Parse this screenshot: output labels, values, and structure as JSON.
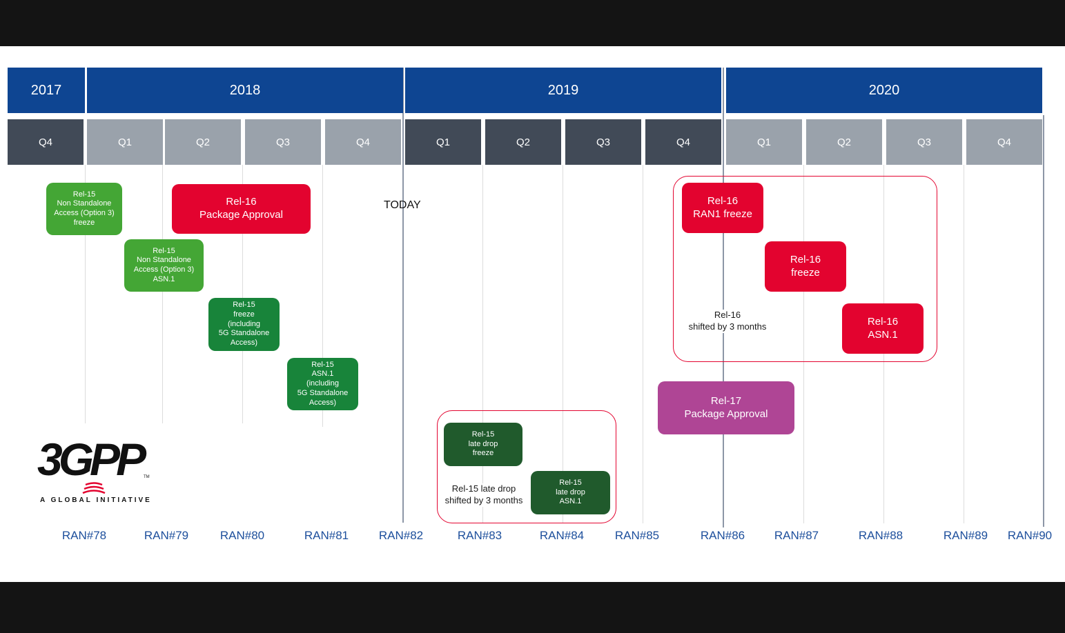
{
  "years": [
    {
      "label": "2017"
    },
    {
      "label": "2018"
    },
    {
      "label": "2019"
    },
    {
      "label": "2020"
    }
  ],
  "quarters": [
    {
      "label": "Q4"
    },
    {
      "label": "Q1"
    },
    {
      "label": "Q2"
    },
    {
      "label": "Q3"
    },
    {
      "label": "Q4"
    },
    {
      "label": "Q1"
    },
    {
      "label": "Q2"
    },
    {
      "label": "Q3"
    },
    {
      "label": "Q4"
    },
    {
      "label": "Q1"
    },
    {
      "label": "Q2"
    },
    {
      "label": "Q3"
    },
    {
      "label": "Q4"
    }
  ],
  "milestones": [
    {
      "text": "Rel-15\nNon Standalone\nAccess (Option 3)\nfreeze"
    },
    {
      "text": "Rel-16\nPackage Approval"
    },
    {
      "text": "Rel-15\nNon Standalone\nAccess (Option 3)\nASN.1"
    },
    {
      "text": "Rel-15\nfreeze\n(including\n5G Standalone\nAccess)"
    },
    {
      "text": "Rel-15\nASN.1\n(including\n5G Standalone\nAccess)"
    },
    {
      "text": "Rel-15\nlate drop\nfreeze"
    },
    {
      "text": "Rel-15\nlate drop\nASN.1"
    },
    {
      "text": "Rel-16\nRAN1 freeze"
    },
    {
      "text": "Rel-16\nfreeze"
    },
    {
      "text": "Rel-16\nASN.1"
    },
    {
      "text": "Rel-17\nPackage Approval"
    }
  ],
  "notes": {
    "today": "TODAY",
    "late_drop_shift": "Rel-15 late drop\nshifted by 3 months",
    "rel16_shift": "Rel-16\nshifted by 3 months"
  },
  "ran_meetings": [
    "RAN#78",
    "RAN#79",
    "RAN#80",
    "RAN#81",
    "RAN#82",
    "RAN#83",
    "RAN#84",
    "RAN#85",
    "RAN#86",
    "RAN#87",
    "RAN#88",
    "RAN#89",
    "RAN#90"
  ],
  "logo": {
    "text": "3GPP",
    "tagline": "A GLOBAL INITIATIVE",
    "tm": "TM"
  },
  "colors": {
    "year_band": "#0e4592",
    "quarter_dark": "#414a57",
    "quarter_light": "#9aa2ab",
    "rel15_light_green": "#44a635",
    "rel15_green": "#18843a",
    "rel15_dark_green": "#205a2c",
    "rel16_red": "#e3032f",
    "rel17_purple": "#af4595",
    "ran_label": "#1d4f9c"
  }
}
